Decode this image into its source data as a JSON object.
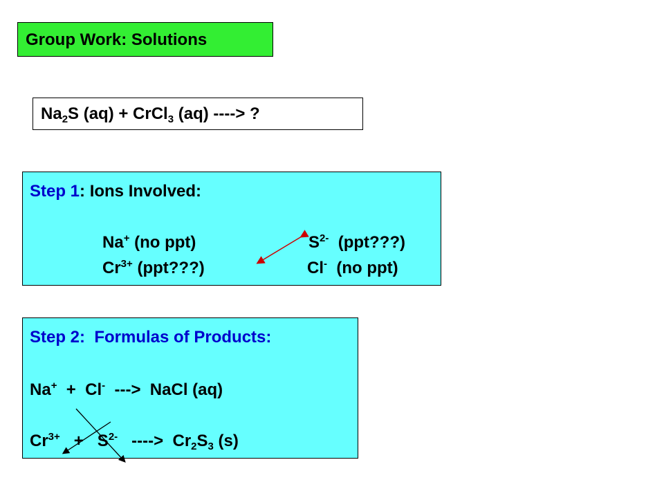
{
  "title": "Group Work: Solutions",
  "equation": {
    "r1_base": "Na",
    "r1_sub": "2",
    "r1_tail": "S (aq)  +  CrCl",
    "r2_sub": "3",
    "r2_tail": " (aq)  ---->  ?"
  },
  "step1": {
    "heading_step": "Step 1",
    "heading_rest": ": Ions Involved:",
    "row1": {
      "left_ion": "Na",
      "left_charge": "+",
      "left_note": " (no ppt)",
      "right_ion": "S",
      "right_charge": "2-",
      "right_note": "  (ppt???)"
    },
    "row2": {
      "left_ion": "Cr",
      "left_charge": "3+",
      "left_note": " (ppt???)",
      "right_ion": "Cl",
      "right_charge": "-",
      "right_note": "  (no ppt)"
    }
  },
  "step2": {
    "heading": "Step 2:  Formulas of Products:",
    "line1": {
      "a_ion": "Na",
      "a_charge": "+",
      "mid": "  +  Cl",
      "b_charge": "-",
      "tail": "  --->  NaCl (aq)"
    },
    "line2": {
      "a_ion": "Cr",
      "a_charge": "3+",
      "mid": "   +   S",
      "b_charge": "2-",
      "arrow": "   ---->  Cr",
      "p_sub1": "2",
      "p_mid": "S",
      "p_sub2": "3",
      "p_tail": " (s)"
    }
  },
  "colors": {
    "title_bg": "#33ee33",
    "step_bg": "#66ffff",
    "step_label": "#0000cc",
    "arrow": "#cc0000"
  }
}
